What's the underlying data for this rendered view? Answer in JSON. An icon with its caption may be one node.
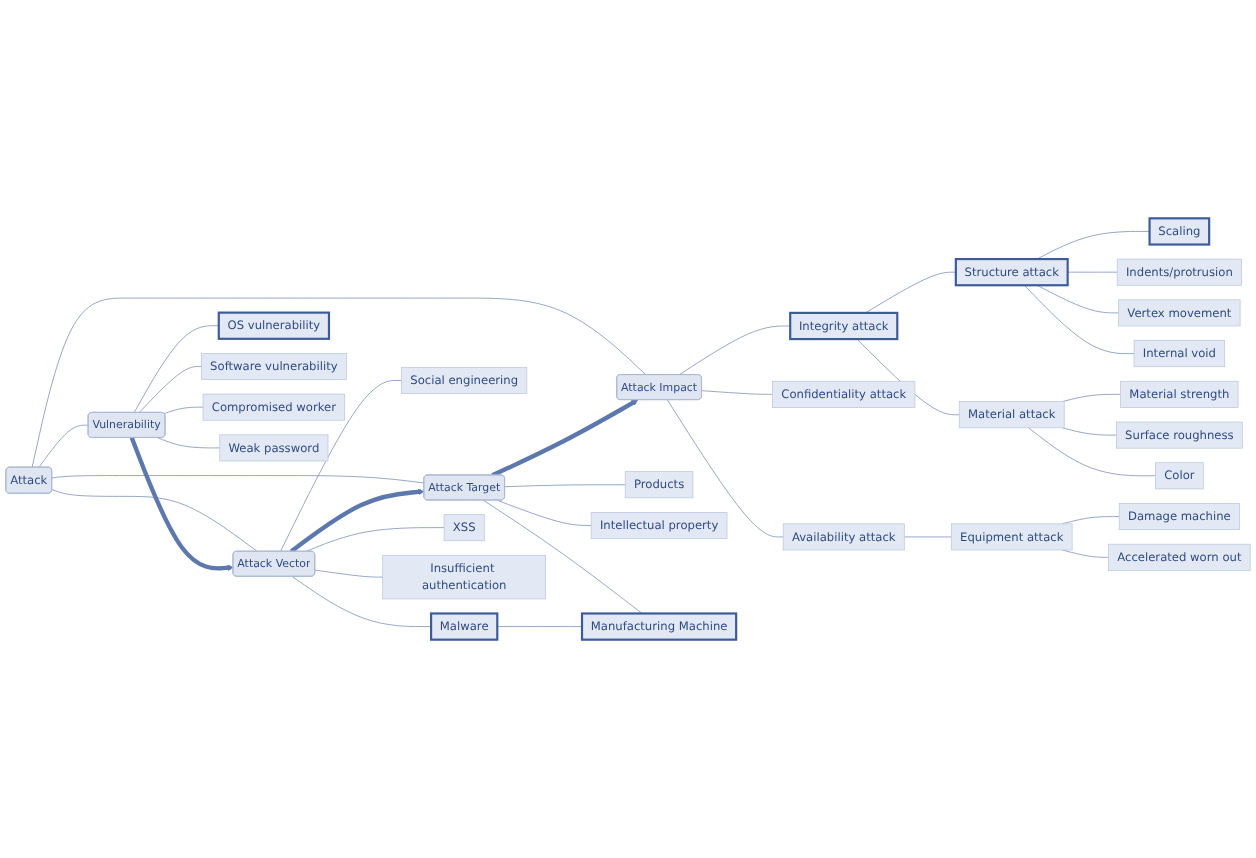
{
  "diagram": {
    "nodes": [
      {
        "text": [
          "Attack"
        ]
      },
      {
        "text": [
          "Vulnerability"
        ]
      },
      {
        "text": [
          "Attack Vector"
        ]
      },
      {
        "text": [
          "Attack Target"
        ]
      },
      {
        "text": [
          "Attack Impact"
        ]
      },
      {
        "text": [
          "OS vulnerability"
        ]
      },
      {
        "text": [
          "Software vulnerability"
        ]
      },
      {
        "text": [
          "Compromised worker"
        ]
      },
      {
        "text": [
          "Weak password"
        ]
      },
      {
        "text": [
          "Social engineering"
        ]
      },
      {
        "text": [
          "Malware"
        ]
      },
      {
        "text": [
          "XSS"
        ]
      },
      {
        "text": [
          "Insufficient authentication"
        ]
      },
      {
        "text": [
          "Intellectual property"
        ]
      },
      {
        "text": [
          "Manufacturing Machine"
        ]
      },
      {
        "text": [
          "Products"
        ]
      },
      {
        "text": [
          "Integrity attack"
        ]
      },
      {
        "text": [
          "Confidentiality attack"
        ]
      },
      {
        "text": [
          "Availability attack"
        ]
      },
      {
        "text": [
          "Structure attack"
        ]
      },
      {
        "text": [
          "Material attack"
        ]
      },
      {
        "text": [
          "Equipment attack"
        ]
      },
      {
        "text": [
          "Scaling"
        ]
      },
      {
        "text": [
          "Indents/protrusion"
        ]
      },
      {
        "text": [
          "Vertex movement"
        ]
      },
      {
        "text": [
          "Internal void"
        ]
      },
      {
        "text": [
          "Material strength"
        ]
      },
      {
        "text": [
          "Surface roughness"
        ]
      },
      {
        "text": [
          "Color"
        ]
      },
      {
        "text": [
          "Damage machine"
        ]
      },
      {
        "text": [
          "Accelerated worn out"
        ]
      }
    ],
    "edges": [
      {
        "from": 0,
        "to": 1,
        "arrow": "none"
      },
      {
        "from": 0,
        "to": 2,
        "arrow": "none"
      },
      {
        "from": 0,
        "to": 3,
        "arrow": "none"
      },
      {
        "from": 0,
        "to": 4,
        "arrow": "none"
      },
      {
        "from": 1,
        "to": 2,
        "arrow": "to",
        "style": "thick"
      },
      {
        "from": 2,
        "to": 3,
        "arrow": "to",
        "style": "thick"
      },
      {
        "from": 3,
        "to": 4,
        "arrow": "to",
        "style": "thick"
      },
      {
        "from": 1,
        "to": 5,
        "arrow": "none"
      },
      {
        "from": 1,
        "to": 6,
        "arrow": "none"
      },
      {
        "from": 1,
        "to": 7,
        "arrow": "none"
      },
      {
        "from": 1,
        "to": 8,
        "arrow": "none"
      },
      {
        "from": 2,
        "to": 9,
        "arrow": "none"
      },
      {
        "from": 2,
        "to": 10,
        "arrow": "none"
      },
      {
        "from": 2,
        "to": 11,
        "arrow": "none"
      },
      {
        "from": 2,
        "to": 12,
        "arrow": "none"
      },
      {
        "from": 3,
        "to": 13,
        "arrow": "none"
      },
      {
        "from": 3,
        "to": 14,
        "arrow": "none"
      },
      {
        "from": 3,
        "to": 15,
        "arrow": "none"
      },
      {
        "from": 10,
        "to": 14,
        "arrow": "none"
      },
      {
        "from": 4,
        "to": 16,
        "arrow": "none"
      },
      {
        "from": 4,
        "to": 17,
        "arrow": "none"
      },
      {
        "from": 4,
        "to": 18,
        "arrow": "none"
      },
      {
        "from": 16,
        "to": 19,
        "arrow": "none"
      },
      {
        "from": 16,
        "to": 20,
        "arrow": "none"
      },
      {
        "from": 18,
        "to": 21,
        "arrow": "none"
      },
      {
        "from": 19,
        "to": 22,
        "arrow": "none"
      },
      {
        "from": 19,
        "to": 23,
        "arrow": "none"
      },
      {
        "from": 19,
        "to": 24,
        "arrow": "none"
      },
      {
        "from": 19,
        "to": 25,
        "arrow": "none"
      },
      {
        "from": 20,
        "to": 26,
        "arrow": "none"
      },
      {
        "from": 20,
        "to": 27,
        "arrow": "none"
      },
      {
        "from": 20,
        "to": 28,
        "arrow": "none"
      },
      {
        "from": 21,
        "to": 29,
        "arrow": "none"
      },
      {
        "from": 21,
        "to": 30,
        "arrow": "none"
      }
    ]
  }
}
